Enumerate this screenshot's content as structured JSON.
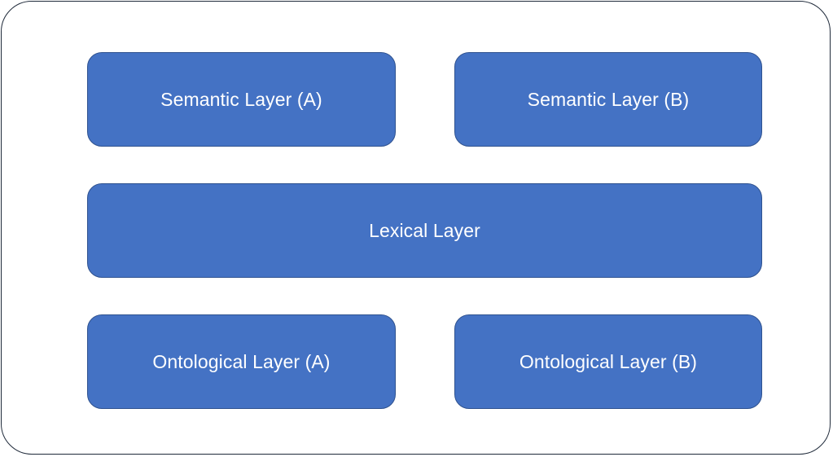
{
  "diagram": {
    "fill_color": "#4472c4",
    "border_color": "#2f528f",
    "frame_color": "#1f2a3a",
    "layers": {
      "semantic_a": "Semantic Layer (A)",
      "semantic_b": "Semantic Layer (B)",
      "lexical": "Lexical Layer",
      "ontological_a": "Ontological Layer (A)",
      "ontological_b": "Ontological Layer (B)"
    }
  }
}
